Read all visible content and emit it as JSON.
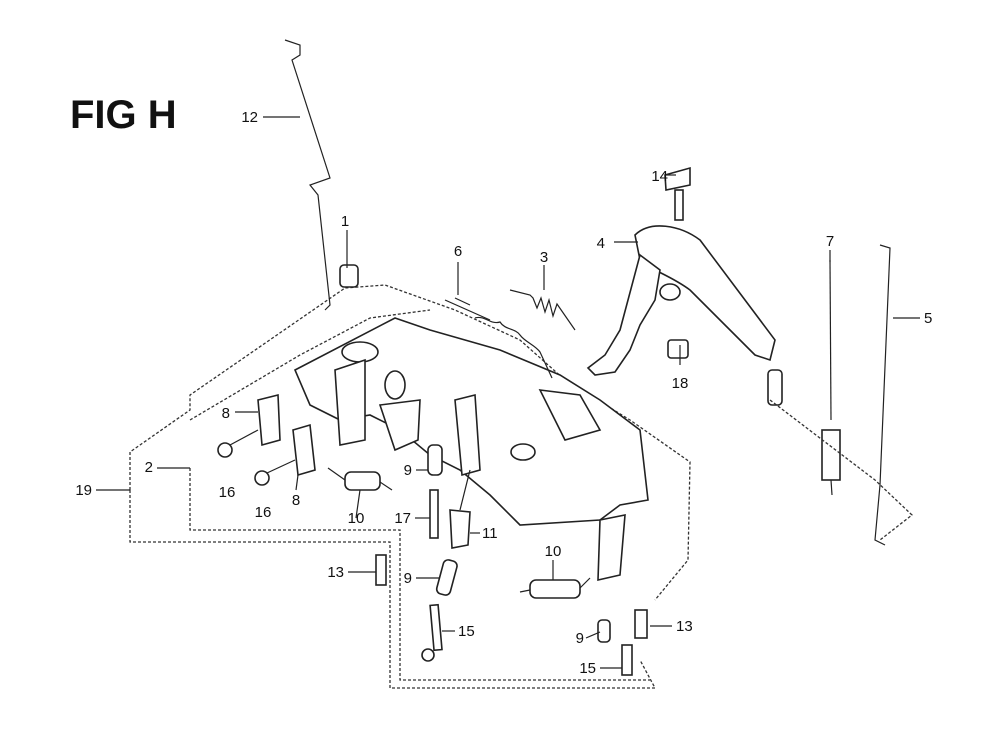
{
  "figure": {
    "title": "FIG H",
    "callouts": [
      "1",
      "2",
      "3",
      "4",
      "5",
      "6",
      "7",
      "8",
      "8",
      "9",
      "9",
      "9",
      "10",
      "10",
      "11",
      "12",
      "13",
      "13",
      "14",
      "15",
      "15",
      "16",
      "16",
      "17",
      "18",
      "19"
    ]
  }
}
